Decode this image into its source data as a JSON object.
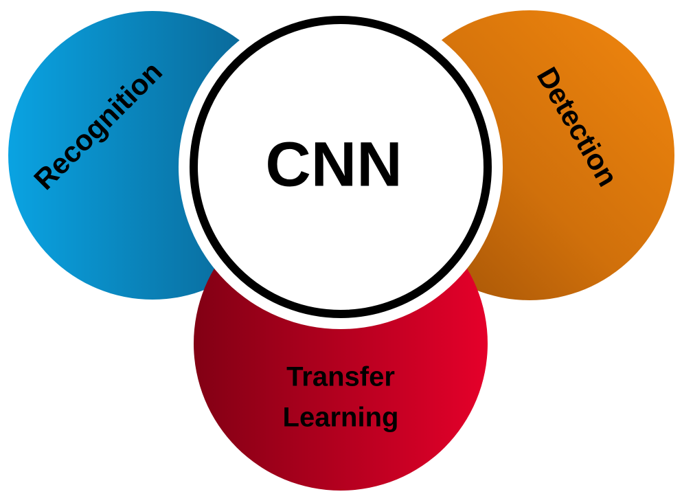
{
  "center": {
    "label": "CNN"
  },
  "nodes": [
    {
      "id": "recognition",
      "label": "Recognition",
      "color_start": "#0aa3e2",
      "color_end": "#0a5d8a"
    },
    {
      "id": "detection",
      "label": "Detection",
      "color_start": "#f2870e",
      "color_end": "#a65607"
    },
    {
      "id": "transfer-learning",
      "label_line1": "Transfer",
      "label_line2": "Learning",
      "color_start": "#820014",
      "color_end": "#e5002a"
    }
  ],
  "colors": {
    "ring": "#000000",
    "center_fill": "#ffffff",
    "text": "#000000"
  }
}
